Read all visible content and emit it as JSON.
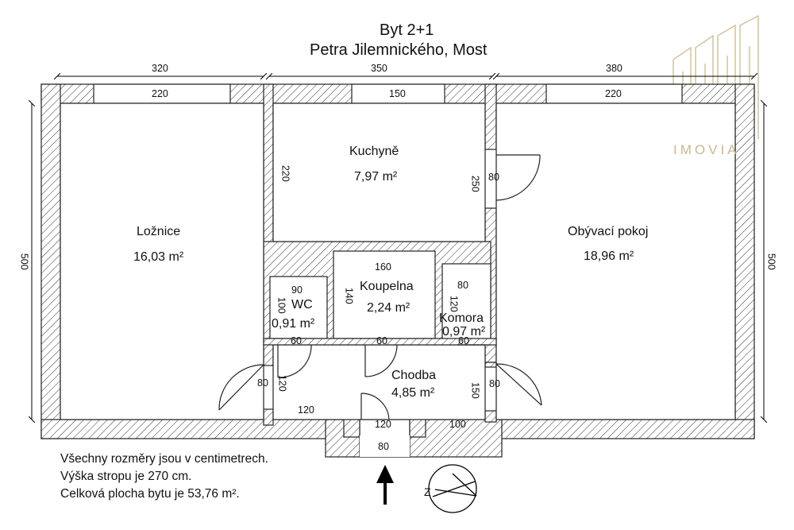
{
  "title": {
    "line1": "Byt 2+1",
    "line2": "Petra Jilemnického, Most"
  },
  "rooms": [
    {
      "name": "Ložnice",
      "area": "16,03 m²"
    },
    {
      "name": "Kuchyně",
      "area": "7,97 m²"
    },
    {
      "name": "Obývací pokoj",
      "area": "18,96 m²"
    },
    {
      "name": "Koupelna",
      "area": "2,24 m²"
    },
    {
      "name": "WC",
      "area": "0,91 m²"
    },
    {
      "name": "Komora",
      "area": "0,97 m²"
    },
    {
      "name": "Chodba",
      "area": "4,85 m²"
    }
  ],
  "dimensions": {
    "top_left": "320",
    "top_middle": "350",
    "top_right": "380",
    "window_left": "220",
    "window_middle": "150",
    "window_right": "220",
    "left_side": "500",
    "right_side": "500",
    "kitchen_left": "220",
    "kitchen_right": "250",
    "kitchen_door": "80",
    "bath_width": "160",
    "bath_depth": "140",
    "wc_width": "90",
    "wc_depth": "100",
    "pantry_width": "80",
    "pantry_depth": "120",
    "wc_door": "60",
    "bath_door": "60",
    "pantry_door": "60",
    "bedroom_door": "80",
    "living_door": "80",
    "hall_left": "120",
    "hall_right": "150",
    "hall_bottom_left": "120",
    "hall_bottom_mid": "120",
    "hall_bottom_right": "100",
    "entrance": "80"
  },
  "notes": [
    "Všechny rozměry jsou v centimetrech.",
    "Výška stropu je 270 cm.",
    "Celková plocha bytu je 53,76 m²."
  ],
  "compass": {
    "label": "Z"
  },
  "logo": {
    "text": "IMOVIA",
    "color": "#c9b98f"
  }
}
